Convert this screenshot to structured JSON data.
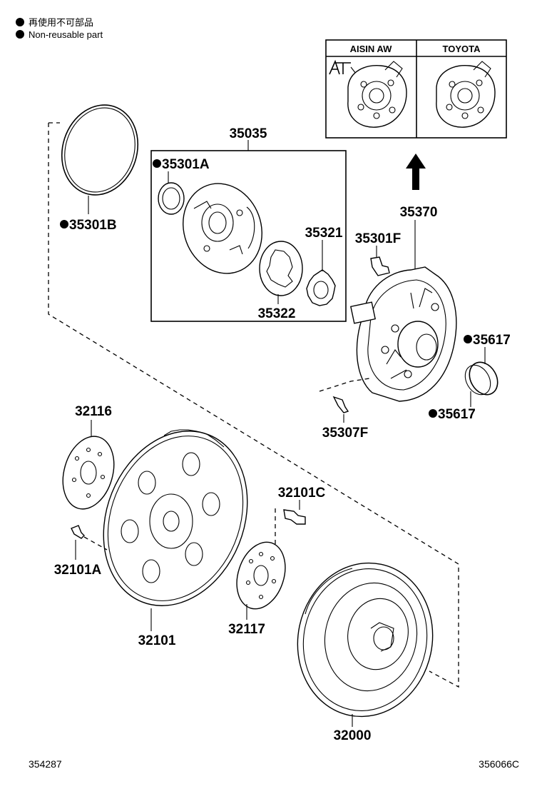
{
  "legend": {
    "jp_text": "再使用不可部品",
    "en_text": "Non-reusable part"
  },
  "inset": {
    "col1": "AISIN AW",
    "col2": "TOYOTA"
  },
  "parts": {
    "p35301B": "35301B",
    "p35035": "35035",
    "p35301A": "35301A",
    "p35321": "35321",
    "p35322": "35322",
    "p35370": "35370",
    "p35301F": "35301F",
    "p35617a": "35617",
    "p35617b": "35617",
    "p35307F": "35307F",
    "p32116": "32116",
    "p32101C": "32101C",
    "p32101A": "32101A",
    "p32117": "32117",
    "p32101": "32101",
    "p32000": "32000"
  },
  "footer": {
    "left_code": "354287",
    "right_code": "356066C"
  }
}
